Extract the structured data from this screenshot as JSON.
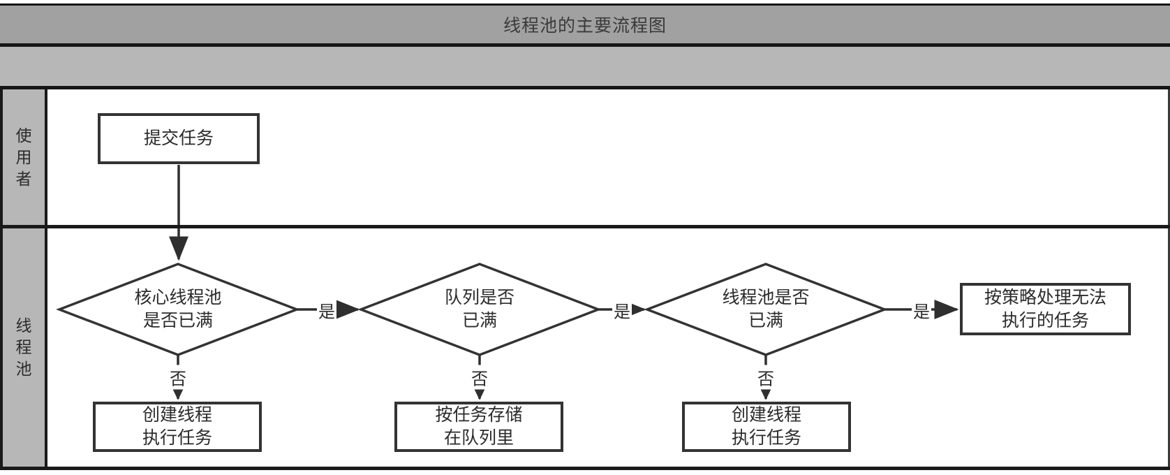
{
  "title": "线程池的主要流程图",
  "lanes": [
    {
      "label": "使用者"
    },
    {
      "label": "线程池"
    }
  ],
  "nodes": {
    "submit_task": {
      "label": "提交任务"
    },
    "core_pool_full": {
      "label": "核心线程池\n是否已满"
    },
    "queue_full": {
      "label": "队列是否\n已满"
    },
    "pool_full": {
      "label": "线程池是否\n已满"
    },
    "reject_policy": {
      "label": "按策略处理无法\n执行的任务"
    },
    "create_thread_1": {
      "label": "创建线程\n执行任务"
    },
    "store_in_queue": {
      "label": "按任务存储\n在队列里"
    },
    "create_thread_2": {
      "label": "创建线程\n执行任务"
    }
  },
  "edge_labels": {
    "yes": "是",
    "no": "否"
  },
  "colors": {
    "title_bar": "#a1a1a1",
    "band": "#b7b7b7",
    "lane_label_bg": "#b7b7b7",
    "frame": "#1a1a1a",
    "shape_border": "#333333",
    "text": "#2b2b2b",
    "canvas": "#ffffff"
  }
}
